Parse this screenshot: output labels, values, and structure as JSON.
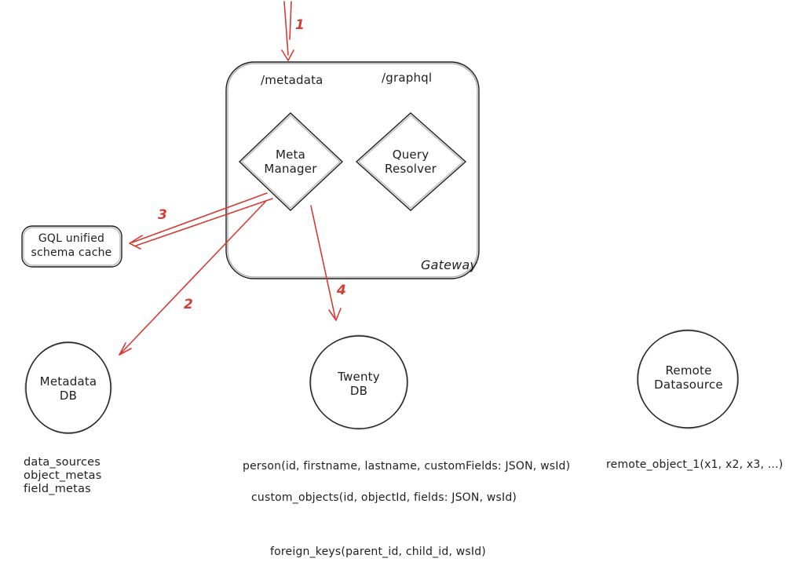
{
  "gateway": {
    "label": "Gateway",
    "endpoint_metadata": "/metadata",
    "endpoint_graphql": "/graphql",
    "meta_manager": {
      "line1": "Meta",
      "line2": "Manager"
    },
    "query_resolver": {
      "line1": "Query",
      "line2": "Resolver"
    }
  },
  "cache": {
    "line1": "GQL unified",
    "line2": "schema cache"
  },
  "nodes": {
    "metadata_db": {
      "line1": "Metadata",
      "line2": "DB"
    },
    "twenty_db": {
      "line1": "Twenty",
      "line2": "DB"
    },
    "remote_datasource": {
      "line1": "Remote",
      "line2": "Datasource"
    }
  },
  "arrow_labels": {
    "step1": "1",
    "step2": "2",
    "step3": "3",
    "step4": "4"
  },
  "schemas": {
    "metadata_db_tables": [
      "data_sources",
      "object_metas",
      "field_metas"
    ],
    "person": "person(id, firstname, lastname, customFields: JSON, wsId)",
    "custom_objects": "custom_objects(id, objectId, fields: JSON, wsId)",
    "remote_object": "remote_object_1(x1, x2, x3, ...)",
    "foreign_keys": "foreign_keys(parent_id, child_id, wsId)"
  },
  "colors": {
    "stroke": "#1e1e1e",
    "arrow": "#d63a32"
  }
}
